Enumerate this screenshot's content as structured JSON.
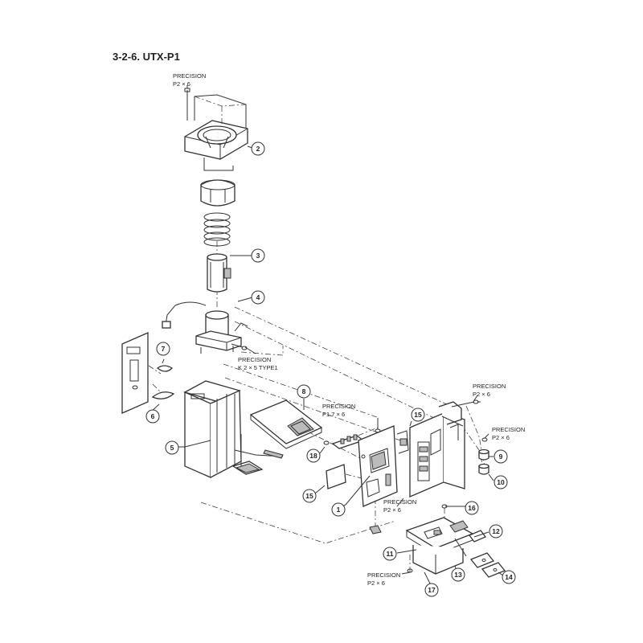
{
  "title": "3-2-6.  UTX-P1",
  "callouts": [
    {
      "id": "c1",
      "num": "1"
    },
    {
      "id": "c2",
      "num": "2"
    },
    {
      "id": "c3",
      "num": "3"
    },
    {
      "id": "c4",
      "num": "4"
    },
    {
      "id": "c5",
      "num": "5"
    },
    {
      "id": "c6",
      "num": "6"
    },
    {
      "id": "c7",
      "num": "7"
    },
    {
      "id": "c8",
      "num": "8"
    },
    {
      "id": "c9",
      "num": "9"
    },
    {
      "id": "c10",
      "num": "10"
    },
    {
      "id": "c11",
      "num": "11"
    },
    {
      "id": "c12",
      "num": "12"
    },
    {
      "id": "c13",
      "num": "13"
    },
    {
      "id": "c14",
      "num": "14"
    },
    {
      "id": "c15a",
      "num": "15"
    },
    {
      "id": "c15b",
      "num": "15"
    },
    {
      "id": "c16",
      "num": "16"
    },
    {
      "id": "c17",
      "num": "17"
    },
    {
      "id": "c18",
      "num": "18"
    }
  ],
  "notes": [
    {
      "id": "n1",
      "line1": "PRECISION",
      "line2": "P2 × 6"
    },
    {
      "id": "n2",
      "line1": "PRECISION",
      "line2": "K 2 × 5 TYPE1"
    },
    {
      "id": "n3",
      "line1": "PRECISION",
      "line2": "P1.7 × 6"
    },
    {
      "id": "n4",
      "line1": "PRECISION",
      "line2": "P2 × 6"
    },
    {
      "id": "n5",
      "line1": "PRECISION",
      "line2": "P2 × 6"
    },
    {
      "id": "n6",
      "line1": "PRECISION",
      "line2": "P2 × 6"
    },
    {
      "id": "n7",
      "line1": "PRECISION",
      "line2": "P2 × 6"
    }
  ]
}
